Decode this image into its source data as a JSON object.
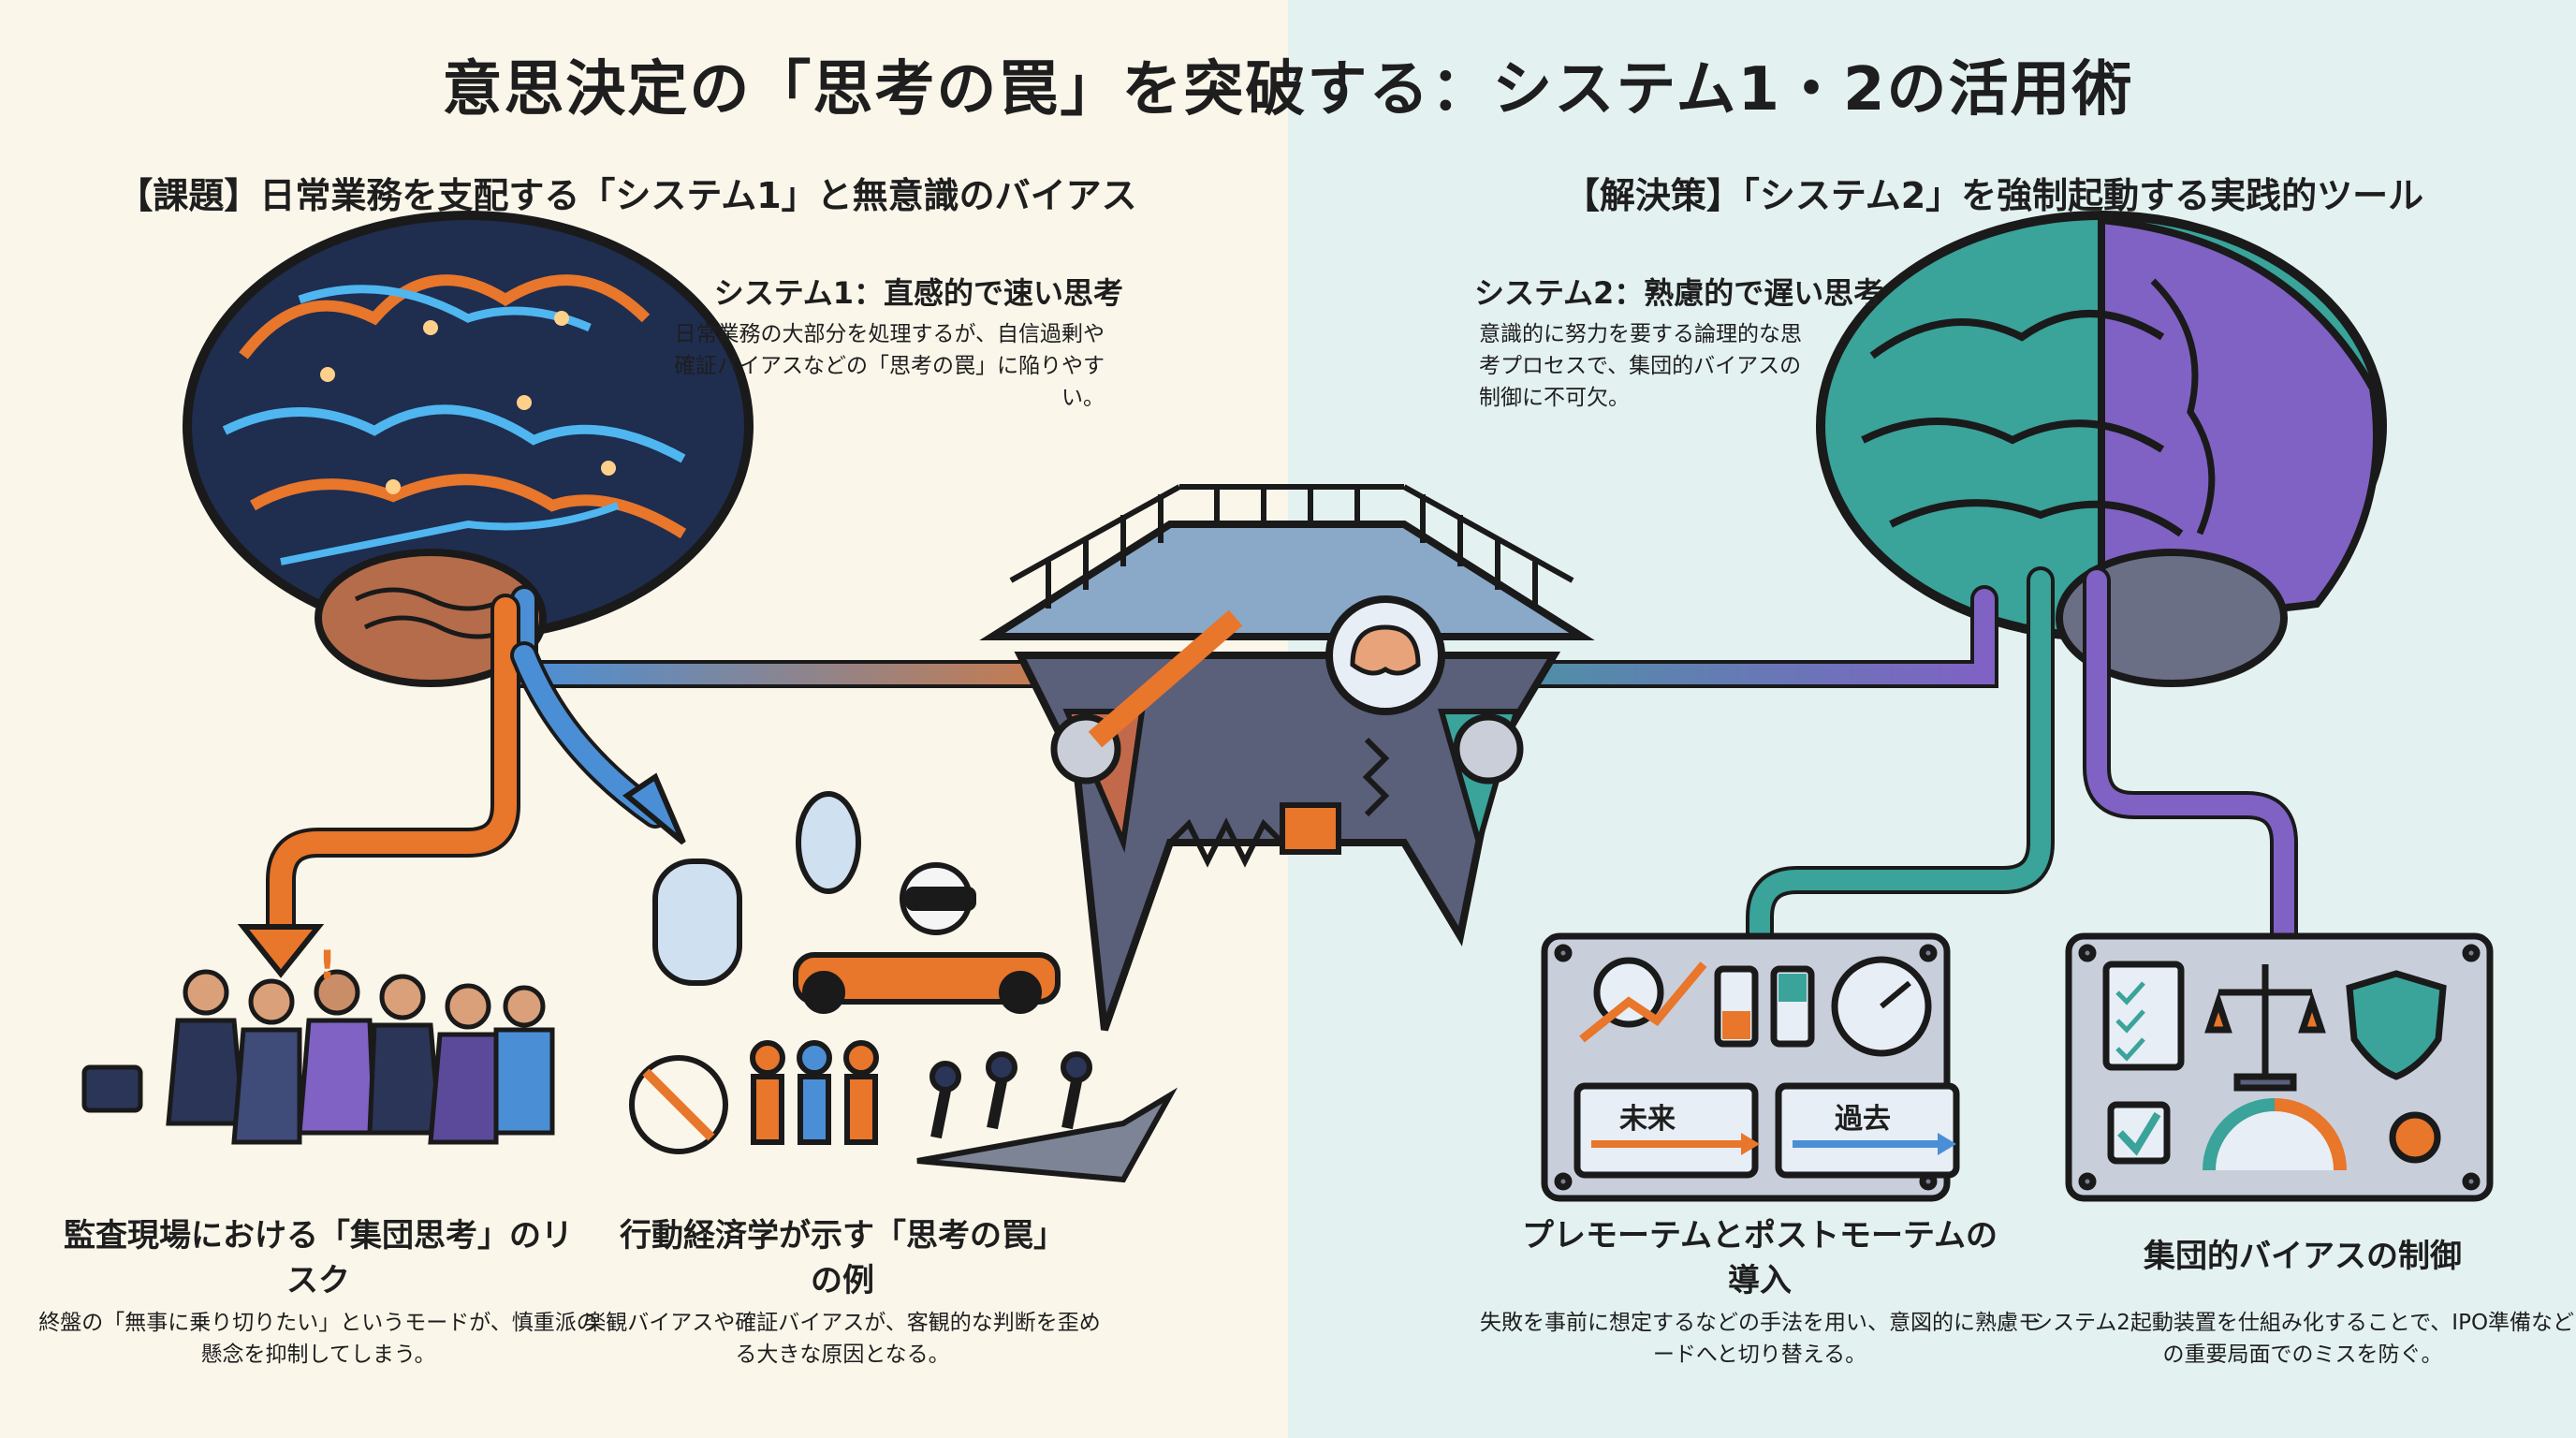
{
  "title": "意思決定の「思考の罠」を突破する：システム1・2の活用術",
  "left_section": {
    "title": "【課題】日常業務を支配する「システム1」と無意識のバイアス",
    "system1_heading": "システム1：直感的で速い思考",
    "system1_body": "日常業務の大部分を処理するが、自信過剰や確証バイアスなどの「思考の罠」に陥りやすい。",
    "caption1_heading": "監査現場における「集団思考」のリスク",
    "caption1_body": "終盤の「無事に乗り切りたい」というモードが、慎重派の懸念を抑制してしまう。",
    "caption2_heading": "行動経済学が示す「思考の罠」の例",
    "caption2_body": "楽観バイアスや確証バイアスが、客観的な判断を歪める大きな原因となる。"
  },
  "right_section": {
    "title": "【解決策】「システム2」を強制起動する実践的ツール",
    "system2_heading": "システム2：熟慮的で遅い思考",
    "system2_body": "意識的に努力を要する論理的な思考プロセスで、集団的バイアスの制御に不可欠。",
    "panel1_label_future": "未来",
    "panel1_label_past": "過去",
    "caption3_heading": "プレモーテムとポストモーテムの導入",
    "caption3_body": "失敗を事前に想定するなどの手法を用い、意図的に熟慮モードへと切り替える。",
    "caption4_heading": "集団的バイアスの制御",
    "caption4_body": "システム2起動装置を仕組み化することで、IPO準備などの重要局面でのミスを防ぐ。"
  },
  "colors": {
    "orange": "#e8762b",
    "blue": "#4a8fd6",
    "teal": "#3aa39a",
    "purple": "#7f62c4",
    "navy": "#2b3557"
  }
}
